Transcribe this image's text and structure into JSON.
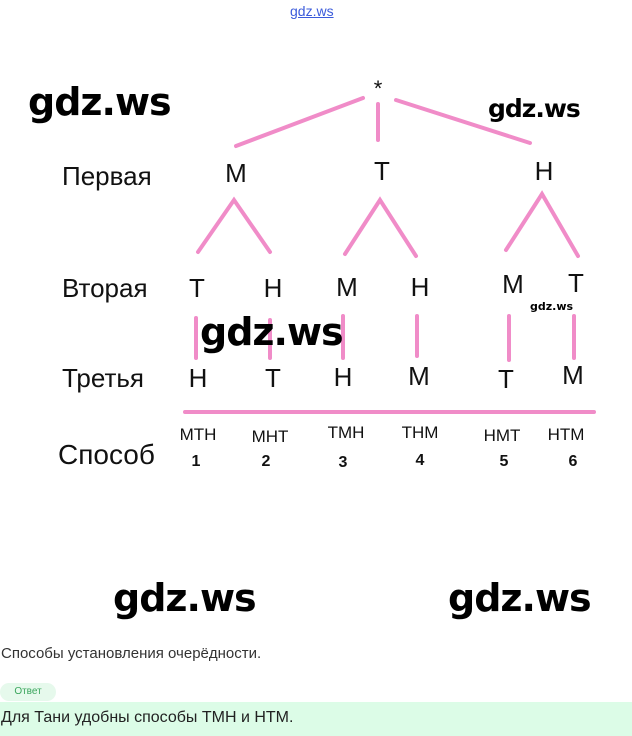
{
  "top_link": "gdz.ws",
  "watermarks": [
    "gdz.ws",
    "gdz.ws",
    "gdz.ws",
    "gdz.ws",
    "gdz.ws",
    "gdz.ws"
  ],
  "diagram": {
    "root": "*",
    "row_labels": [
      "Первая",
      "Вторая",
      "Третья",
      "Способ"
    ],
    "level1": [
      "М",
      "Т",
      "Н"
    ],
    "level2": [
      "Т",
      "Н",
      "М",
      "Н",
      "М",
      "Т"
    ],
    "level3": [
      "Н",
      "Т",
      "Н",
      "М",
      "Т",
      "М"
    ],
    "ways": [
      "МТН",
      "МНТ",
      "ТМН",
      "ТНМ",
      "НМТ",
      "НТМ"
    ],
    "numbers": [
      "1",
      "2",
      "3",
      "4",
      "5",
      "6"
    ],
    "line_color": "#f08cc8"
  },
  "caption": "Способы установления очерёдности.",
  "answer_badge": "Ответ",
  "answer_text": "Для Тани удобны способы ТМН и НТМ."
}
